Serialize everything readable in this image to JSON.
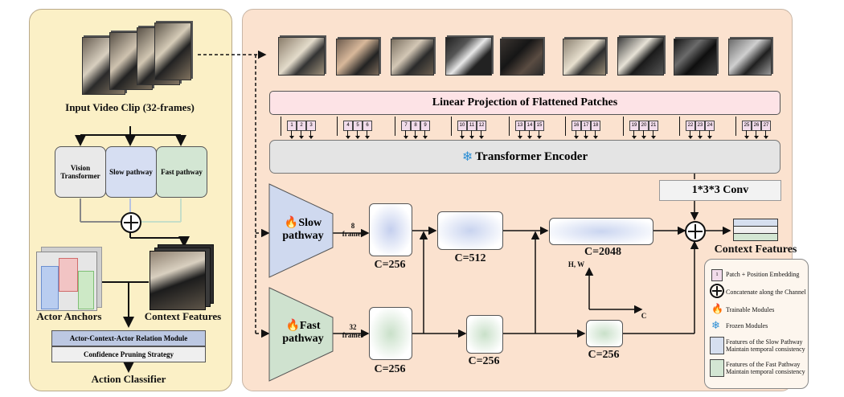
{
  "left": {
    "input_label": "Input Video Clip (32-frames)",
    "vit": "Vision Transformer",
    "slow": "Slow pathway",
    "fast": "Fast pathway",
    "actor_anchors": "Actor Anchors",
    "context_features": "Context Features",
    "acar": "Actor-Context-Actor Relation Module",
    "pruning": "Confidence Pruning Strategy",
    "classifier": "Action Classifier"
  },
  "right": {
    "linear_projection": "Linear Projection of Flattened Patches",
    "transformer_encoder": "Transformer Encoder",
    "conv": "1*3*3 Conv",
    "slow_pathway": "Slow pathway",
    "fast_pathway": "Fast pathway",
    "slow_frames": "8 frames",
    "fast_frames": "32 frames",
    "c256_slow": "C=256",
    "c512": "C=512",
    "c2048": "C=2048",
    "c256_fast1": "C=256",
    "c256_fast2": "C=256",
    "c256_fast3": "C=256",
    "axis_hw": "H, W",
    "axis_c": "C",
    "context_features": "Context Features",
    "patch_numbers": [
      "1",
      "2",
      "3",
      "4",
      "5",
      "6",
      "7",
      "8",
      "9",
      "10",
      "11",
      "12",
      "13",
      "14",
      "15",
      "16",
      "17",
      "18",
      "19",
      "20",
      "21",
      "22",
      "23",
      "24",
      "25",
      "26",
      "27"
    ]
  },
  "legend": {
    "patch": "Patch + Position Embedding",
    "concat": "Concatenate along the Channel",
    "trainable": "Trainable Modules",
    "frozen": "Frozen Modules",
    "slow_desc": "Features of the Slow Pathway Maintain temporal consistency",
    "fast_desc": "Features of the Fast Pathway Maintain temporal consistency"
  },
  "colors": {
    "slow_blue": "#cfd9ef",
    "fast_green": "#cfe2cf",
    "projection_pink": "#fde3e6",
    "encoder_gray": "#e4e4e4"
  }
}
